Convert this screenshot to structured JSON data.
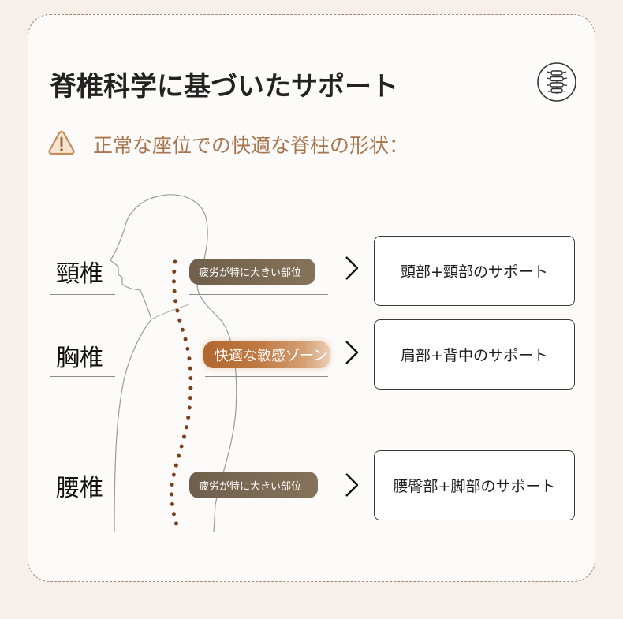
{
  "title": "脊椎科学に基づいたサポート",
  "header_icon": "spine-icon",
  "warning": {
    "icon": "warning-icon",
    "text": "正常な座位での快適な脊柱の形状："
  },
  "rows": [
    {
      "label": "頸椎",
      "pill": "疲労が特に大きい部位",
      "support": "頭部+頸部のサポート"
    },
    {
      "label": "胸椎",
      "pill": "快適な敏感ゾーン",
      "support": "肩部+背中のサポート"
    },
    {
      "label": "腰椎",
      "pill": "疲労が特に大きい部位",
      "support": "腰臀部+脚部のサポート"
    }
  ],
  "colors": {
    "background": "#f7f0ea",
    "card": "#fdfbfa",
    "accent_brown": "#a8754d",
    "spine_dots": "#7b3f1c",
    "pill_dark": "#7a6a55",
    "pill_highlight": "#b86a35"
  }
}
